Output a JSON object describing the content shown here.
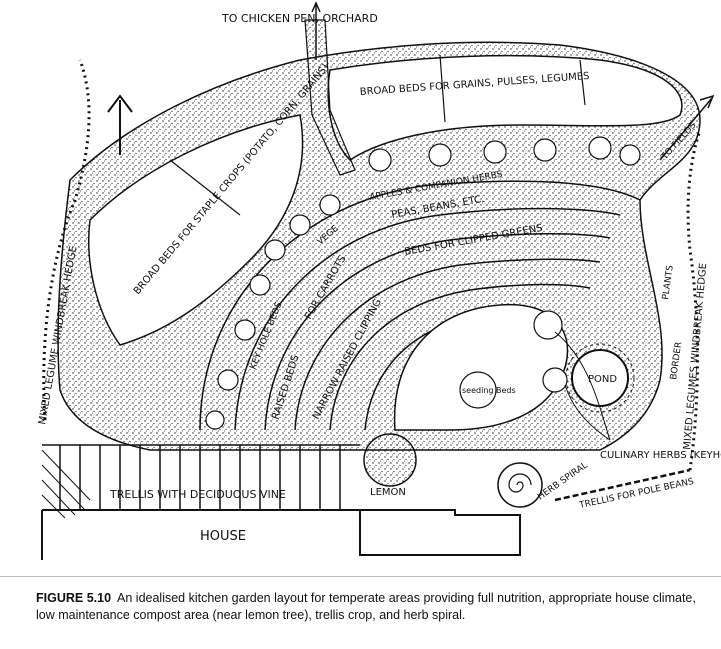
{
  "diagram": {
    "labels": {
      "chicken_pen": "TO CHICKEN PEN, ORCHARD",
      "broad_beds_grains": "BROAD BEDS FOR GRAINS, PULSES, LEGUMES",
      "broad_beds_staple": "BROAD BEDS FOR STAPLE CROPS (POTATO, CORN, GRAINS)",
      "hedge_left": "MIXED LEGUME WINDBREAK HEDGE",
      "hedge_right": "MIXED LEGUMES WINDBREAK HEDGE",
      "fields": "TO FIELDS",
      "apples": "APPLES & COMPANION HERBS",
      "peas": "PEAS, BEANS, ETC.",
      "clipped_greens": "BEDS FOR CLIPPED GREENS",
      "vege": "VEGE",
      "carrots": "FOR CARROTS",
      "keyhole": "KEY HOLE BEDS",
      "raised": "RAISED BEDS",
      "narrow_raised": "NARROW RAISED CLIPPING",
      "seeding_beds": "seeding Beds",
      "pond": "POND",
      "plants": "PLANTS",
      "border": "BORDER",
      "culinary_herbs": "CULINARY HERBS (KEYHOLES)",
      "herb_spiral": "HERB SPIRAL",
      "trellis_pole_beans": "TRELLIS FOR POLE BEANS",
      "lemon": "LEMON",
      "trellis_vine": "TRELLIS WITH DECIDUOUS VINE",
      "house": "HOUSE"
    }
  },
  "caption": {
    "figure_label": "FIGURE 5.10",
    "text": "An idealised kitchen garden layout for temperate areas providing full nutrition, appropriate house climate, low maintenance compost area (near lemon tree), trellis crop, and herb spiral."
  }
}
